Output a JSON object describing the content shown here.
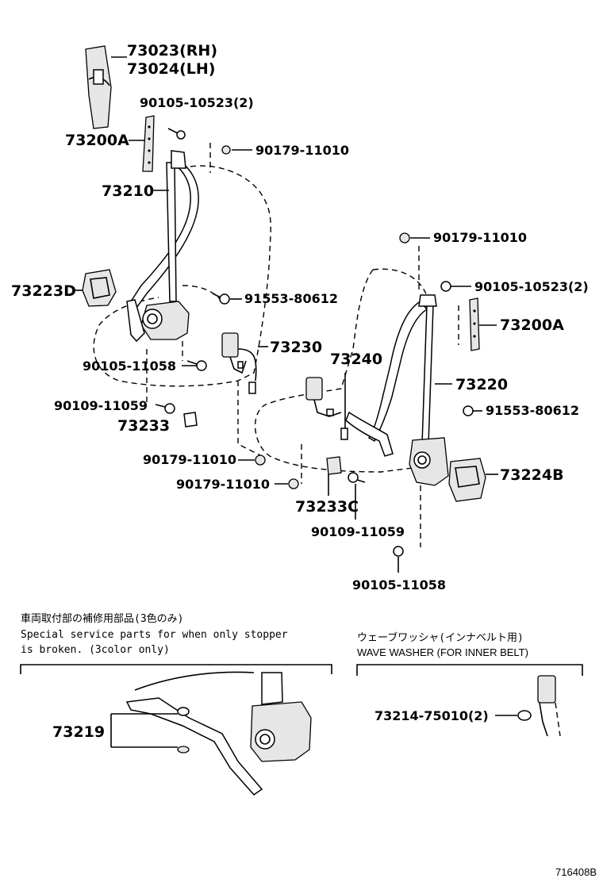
{
  "labels": {
    "p73023": "73023(RH)",
    "p73024": "73024(LH)",
    "p90105_10523_a": "90105-10523(2)",
    "p73200A_a": "73200A",
    "p90179_11010_a": "90179-11010",
    "p73210": "73210",
    "p90179_11010_b": "90179-11010",
    "p90105_10523_b": "90105-10523(2)",
    "p73223D": "73223D",
    "p91553_80612_a": "91553-80612",
    "p73200A_b": "73200A",
    "p73230": "73230",
    "p90105_11058_a": "90105-11058",
    "p73240": "73240",
    "p73220": "73220",
    "p90109_11059_a": "90109-11059",
    "p91553_80612_b": "91553-80612",
    "p73233": "73233",
    "p90179_11010_c": "90179-11010",
    "p73224B": "73224B",
    "p90179_11010_d": "90179-11010",
    "p73233C": "73233C",
    "p90109_11059_b": "90109-11059",
    "p90105_11058_b": "90105-11058"
  },
  "notes": {
    "special_jp": "車両取付部の補修用部品(3色のみ)",
    "special_en1": "Special service parts for when only stopper",
    "special_en2": " is broken. (3color only)",
    "washer_jp": "ウェーブワッシャ(インナベルト用)",
    "washer_en": "WAVE WASHER (FOR INNER BELT)"
  },
  "insets": {
    "p73219": "73219",
    "p73214": "73214-75010(2)"
  },
  "figure_id": "716408B"
}
